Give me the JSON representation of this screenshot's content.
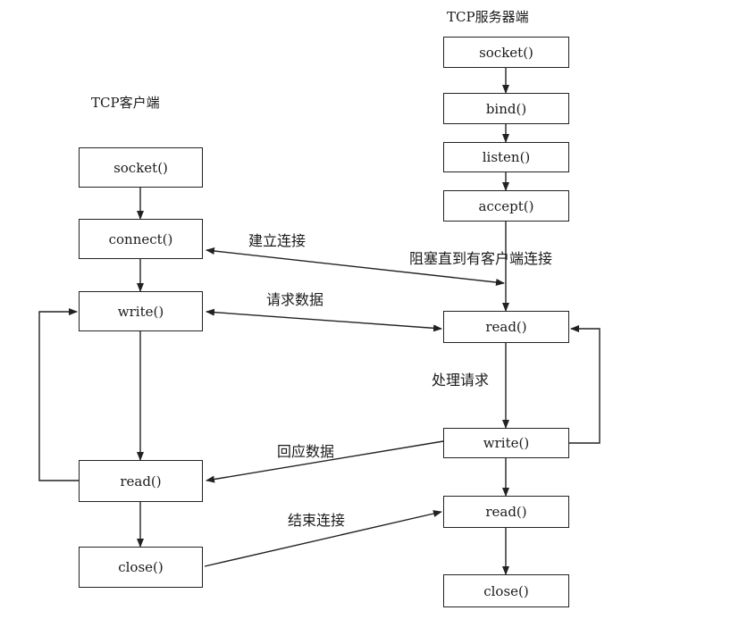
{
  "client": {
    "title": "TCP客户端",
    "steps": {
      "socket": "socket()",
      "connect": "connect()",
      "write": "write()",
      "read": "read()",
      "close": "close()"
    }
  },
  "server": {
    "title": "TCP服务器端",
    "steps": {
      "socket": "socket()",
      "bind": "bind()",
      "listen": "listen()",
      "accept": "accept()",
      "read": "read()",
      "write": "write()",
      "read2": "read()",
      "close": "close()"
    }
  },
  "annotations": {
    "establish": "建立连接",
    "block": "阻塞直到有客户端连接",
    "request": "请求数据",
    "process": "处理请求",
    "response": "回应数据",
    "end": "结束连接"
  }
}
